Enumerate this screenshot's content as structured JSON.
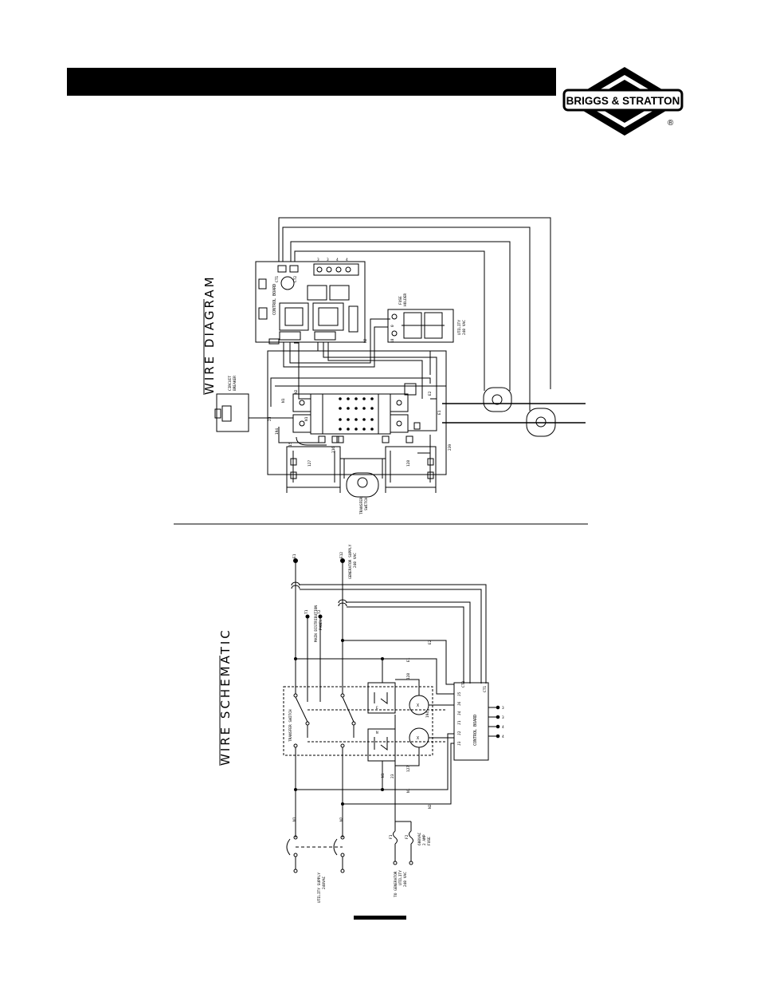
{
  "brand": {
    "logo_text": "BRIGGS & STRATTON",
    "registered_mark": "®"
  },
  "wire_diagram": {
    "title": "WIRE DIAGRAM",
    "control_board": "CONTROL BOARD",
    "circuit_breaker": [
      "CIRCUIT",
      "BREAKER"
    ],
    "fuse_holder": [
      "FUSE",
      "HOLDER"
    ],
    "utility_240": [
      "UTILITY",
      "240 VAC"
    ],
    "transfer_switch": [
      "TRANSFER",
      "SWITCH"
    ],
    "ct1": "CT1",
    "ct2": "CT2",
    "e1": "E1",
    "e2": "E2",
    "n1": "N1",
    "n2": "N2",
    "w127": "127",
    "w128": "128",
    "w194": "194",
    "w0": "0",
    "w23": "23",
    "w18": "18",
    "w15": "15",
    "w216": "216",
    "w239": "239",
    "cb_terms": [
      "3",
      "3",
      "4",
      "4"
    ]
  },
  "wire_schematic": {
    "title": "WIRE SCHEMATIC",
    "generator_supply": [
      "GENERATOR SUPPLY",
      "240 VAC"
    ],
    "e1_top": "E1",
    "e12_top": "E12",
    "t1": "T1",
    "t2": "T2",
    "main_distribution": [
      "MAIN DISTRIBUTION",
      "PANEL"
    ],
    "e2": "E2",
    "e1": "E1",
    "w128": "128",
    "w127": "127",
    "w194": "194",
    "n1": "N1",
    "n2": "N2",
    "n1b": "N1",
    "w23b": "23",
    "w23": "23",
    "w18": "18",
    "transfer_switch": "TRANSFER SWITCH",
    "coil": "X",
    "control_board": "CONTROL BOARD",
    "ct1": "CT1",
    "ct2": "CT2",
    "pins": [
      "J3",
      "J2",
      "J1",
      "J4",
      "J6",
      "J5"
    ],
    "contact_n": "N",
    "contact_e": "E",
    "f1": "F1",
    "f2": "F2",
    "fuse_label": [
      "600VAC",
      "2 AMP",
      "FUSE"
    ],
    "to_generator": [
      "TO GENERATOR",
      "UTILITY",
      "240 VAC"
    ],
    "utility_supply": [
      "UTILITY SUPPLY",
      "240VAC"
    ],
    "cb_terms": [
      "3",
      "3",
      "4",
      "4"
    ]
  },
  "colors": {
    "ink": "#000000",
    "paper": "#ffffff"
  }
}
